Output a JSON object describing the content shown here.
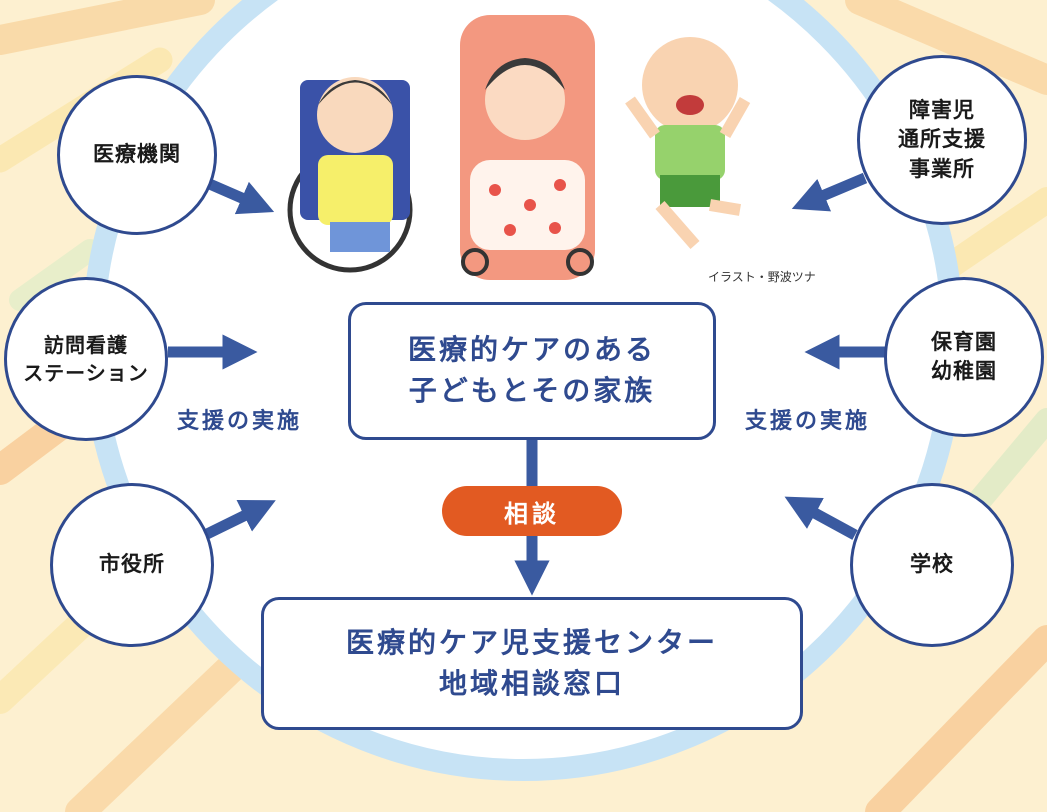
{
  "nodes": {
    "medical": "医療機関",
    "disability_center": "障害児\n通所支援\n事業所",
    "nursing": "訪問看護\nステーション",
    "nursery": "保育園\n幼稚園",
    "city_hall": "市役所",
    "school": "学校"
  },
  "center_box": "医療的ケアのある\n子どもとその家族",
  "bottom_box": "医療的ケア児支援センター\n地域相談窓口",
  "support_label_left": "支援の実施",
  "support_label_right": "支援の実施",
  "consult": "相談",
  "credit": "イラスト・野波ツナ",
  "colors": {
    "navy": "#2f4a8f",
    "orange": "#e25a22",
    "ring": "#c7e3f5"
  }
}
